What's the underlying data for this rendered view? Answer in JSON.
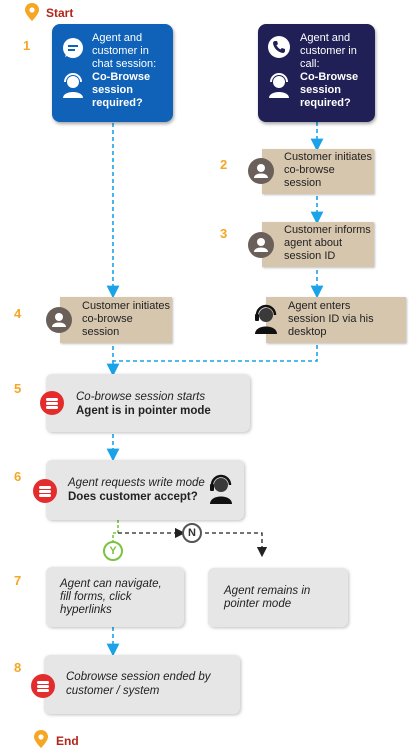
{
  "start_label": "Start",
  "end_label": "End",
  "steps": {
    "s1": "1",
    "s2": "2",
    "s3": "3",
    "s4": "4",
    "s5": "5",
    "s6": "6",
    "s7": "7",
    "s8": "8"
  },
  "chat_box": {
    "line1": "Agent and",
    "line2": "customer in",
    "line3": "chat session:",
    "q1": "Co-Browse",
    "q2": "session",
    "q3": "required?"
  },
  "call_box": {
    "line1": "Agent and",
    "line2": "customer in",
    "line3": "call:",
    "q1": "Co-Browse",
    "q2": "session",
    "q3": "required?"
  },
  "customer_initiates_right": {
    "l1": "Customer initiates",
    "l2": "co-browse",
    "l3": "session"
  },
  "customer_informs": {
    "l1": "Customer informs",
    "l2": "agent about",
    "l3": "session ID"
  },
  "customer_initiates_left": {
    "l1": "Customer initiates",
    "l2": "co-browse",
    "l3": "session"
  },
  "agent_enters": {
    "l1": "Agent enters",
    "l2": "session ID via his",
    "l3": "desktop"
  },
  "session_starts": {
    "l1": "Co-browse session starts",
    "l2": "Agent is in pointer mode"
  },
  "write_mode": {
    "l1": "Agent requests write mode",
    "l2": "Does customer accept?"
  },
  "decision": {
    "yes": "Y",
    "no": "N"
  },
  "navigate": {
    "l1": "Agent can navigate,",
    "l2": "fill forms, click",
    "l3": "hyperlinks"
  },
  "pointer_remains": {
    "l1": "Agent remains in",
    "l2": "pointer mode"
  },
  "ended": {
    "l1": "Cobrowse session ended by",
    "l2": "customer / system"
  },
  "colors": {
    "blue_box": "#0f62b8",
    "navy_box": "#202057",
    "tan_box": "#d6c6ae",
    "grey_box": "#e6e6e6",
    "arrow_blue": "#1aa3e8",
    "step_orange": "#f5a623",
    "start_red": "#b3241b",
    "yes_green": "#7dc242"
  }
}
